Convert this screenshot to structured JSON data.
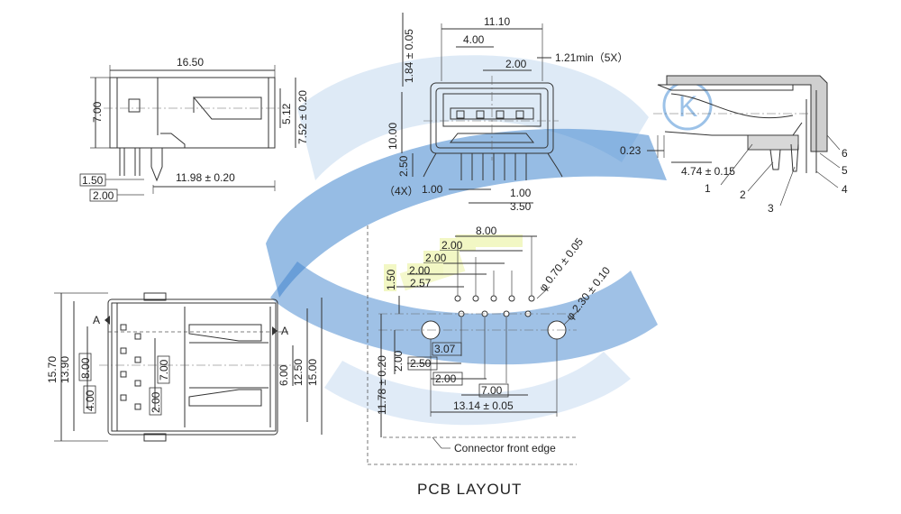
{
  "watermark": {
    "colors": {
      "blue": "#1f6fc4",
      "light_blue": "#cfe0f3",
      "green": "#f0f5b8"
    },
    "logo_letter": "K"
  },
  "side_view": {
    "width": "16.50",
    "height": "7.00",
    "dim_512": "5.12",
    "dim_752": "7.52 ± 0.20",
    "dim_1198": "11.98 ± 0.20",
    "box_150": "1.50",
    "box_200": "2.00"
  },
  "front_view": {
    "width": "11.10",
    "dim_400": "4.00",
    "dim_200": "2.00",
    "min_121": "1.21min（5X）",
    "dim_184": "1.84 ± 0.05",
    "dim_1000": "10.00",
    "dim_250": "2.50",
    "x4": "（4X）",
    "dim_100a": "1.00",
    "dim_100b": "1.00",
    "dim_350": "3.50"
  },
  "section_view": {
    "dim_023": "0.23",
    "dim_474": "4.74 ± 0.15",
    "callouts": [
      "1",
      "2",
      "3",
      "4",
      "5",
      "6"
    ]
  },
  "top_view": {
    "dim_1570": "15.70",
    "dim_1390": "13.90",
    "dim_800": "8.00",
    "dim_400": "4.00",
    "dim_200": "2.00",
    "dim_700": "7.00",
    "section_a_left": "A",
    "section_a_right": "A",
    "dim_600": "6.00",
    "dim_1250": "12.50",
    "dim_1500": "15.00"
  },
  "pcb_layout": {
    "dim_800": "8.00",
    "dim_200a": "2.00",
    "dim_200b": "2.00",
    "dim_200c": "2.00",
    "dim_257": "2.57",
    "dim_150": "1.50",
    "hole_small": "φ 0.70 ± 0.05",
    "hole_large": "φ 2.30 ± 0.10",
    "dim_1178": "11.78 ± 0.20",
    "dim_200v": "2.00",
    "dim_307": "3.07",
    "dim_250": "2.50",
    "dim_200d": "2.00",
    "dim_700": "7.00",
    "dim_1314": "13.14 ± 0.05",
    "front_edge": "Connector front edge",
    "title": "PCB LAYOUT"
  }
}
